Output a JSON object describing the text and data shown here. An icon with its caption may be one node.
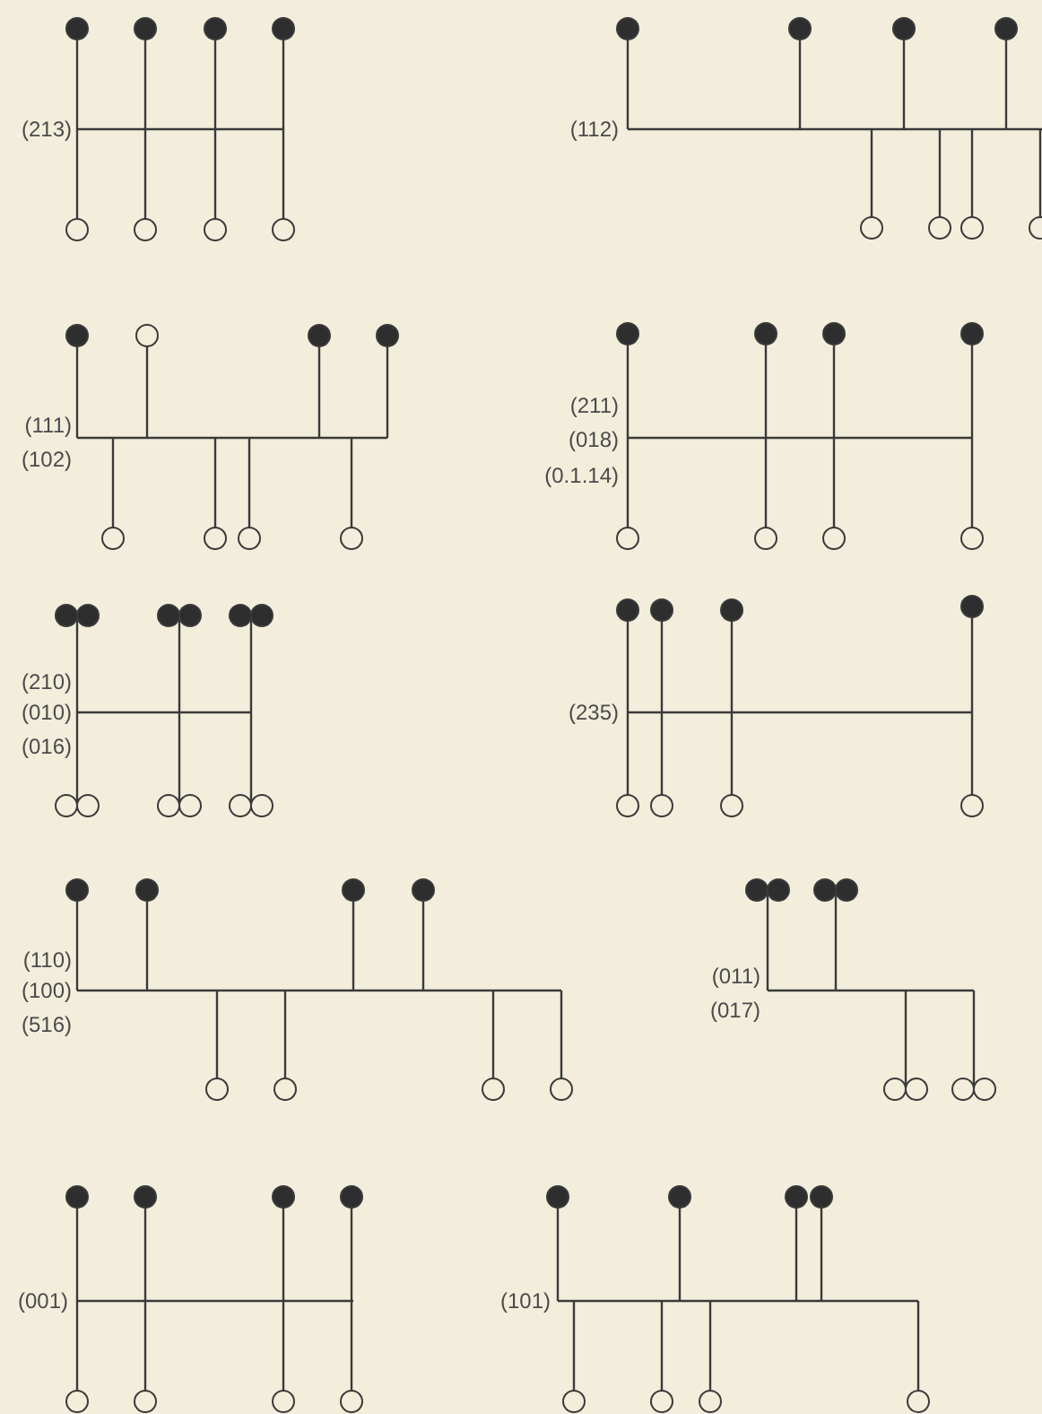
{
  "diagram": {
    "labels": [
      "(213)",
      "(112)",
      "(111)",
      "(102)",
      "(211)",
      "(018)",
      "(0.1.14)",
      "(210)",
      "(010)",
      "(016)",
      "(235)",
      "(110)",
      "(100)",
      "(516)",
      "(011)",
      "(017)",
      "(001)",
      "(101)"
    ]
  }
}
